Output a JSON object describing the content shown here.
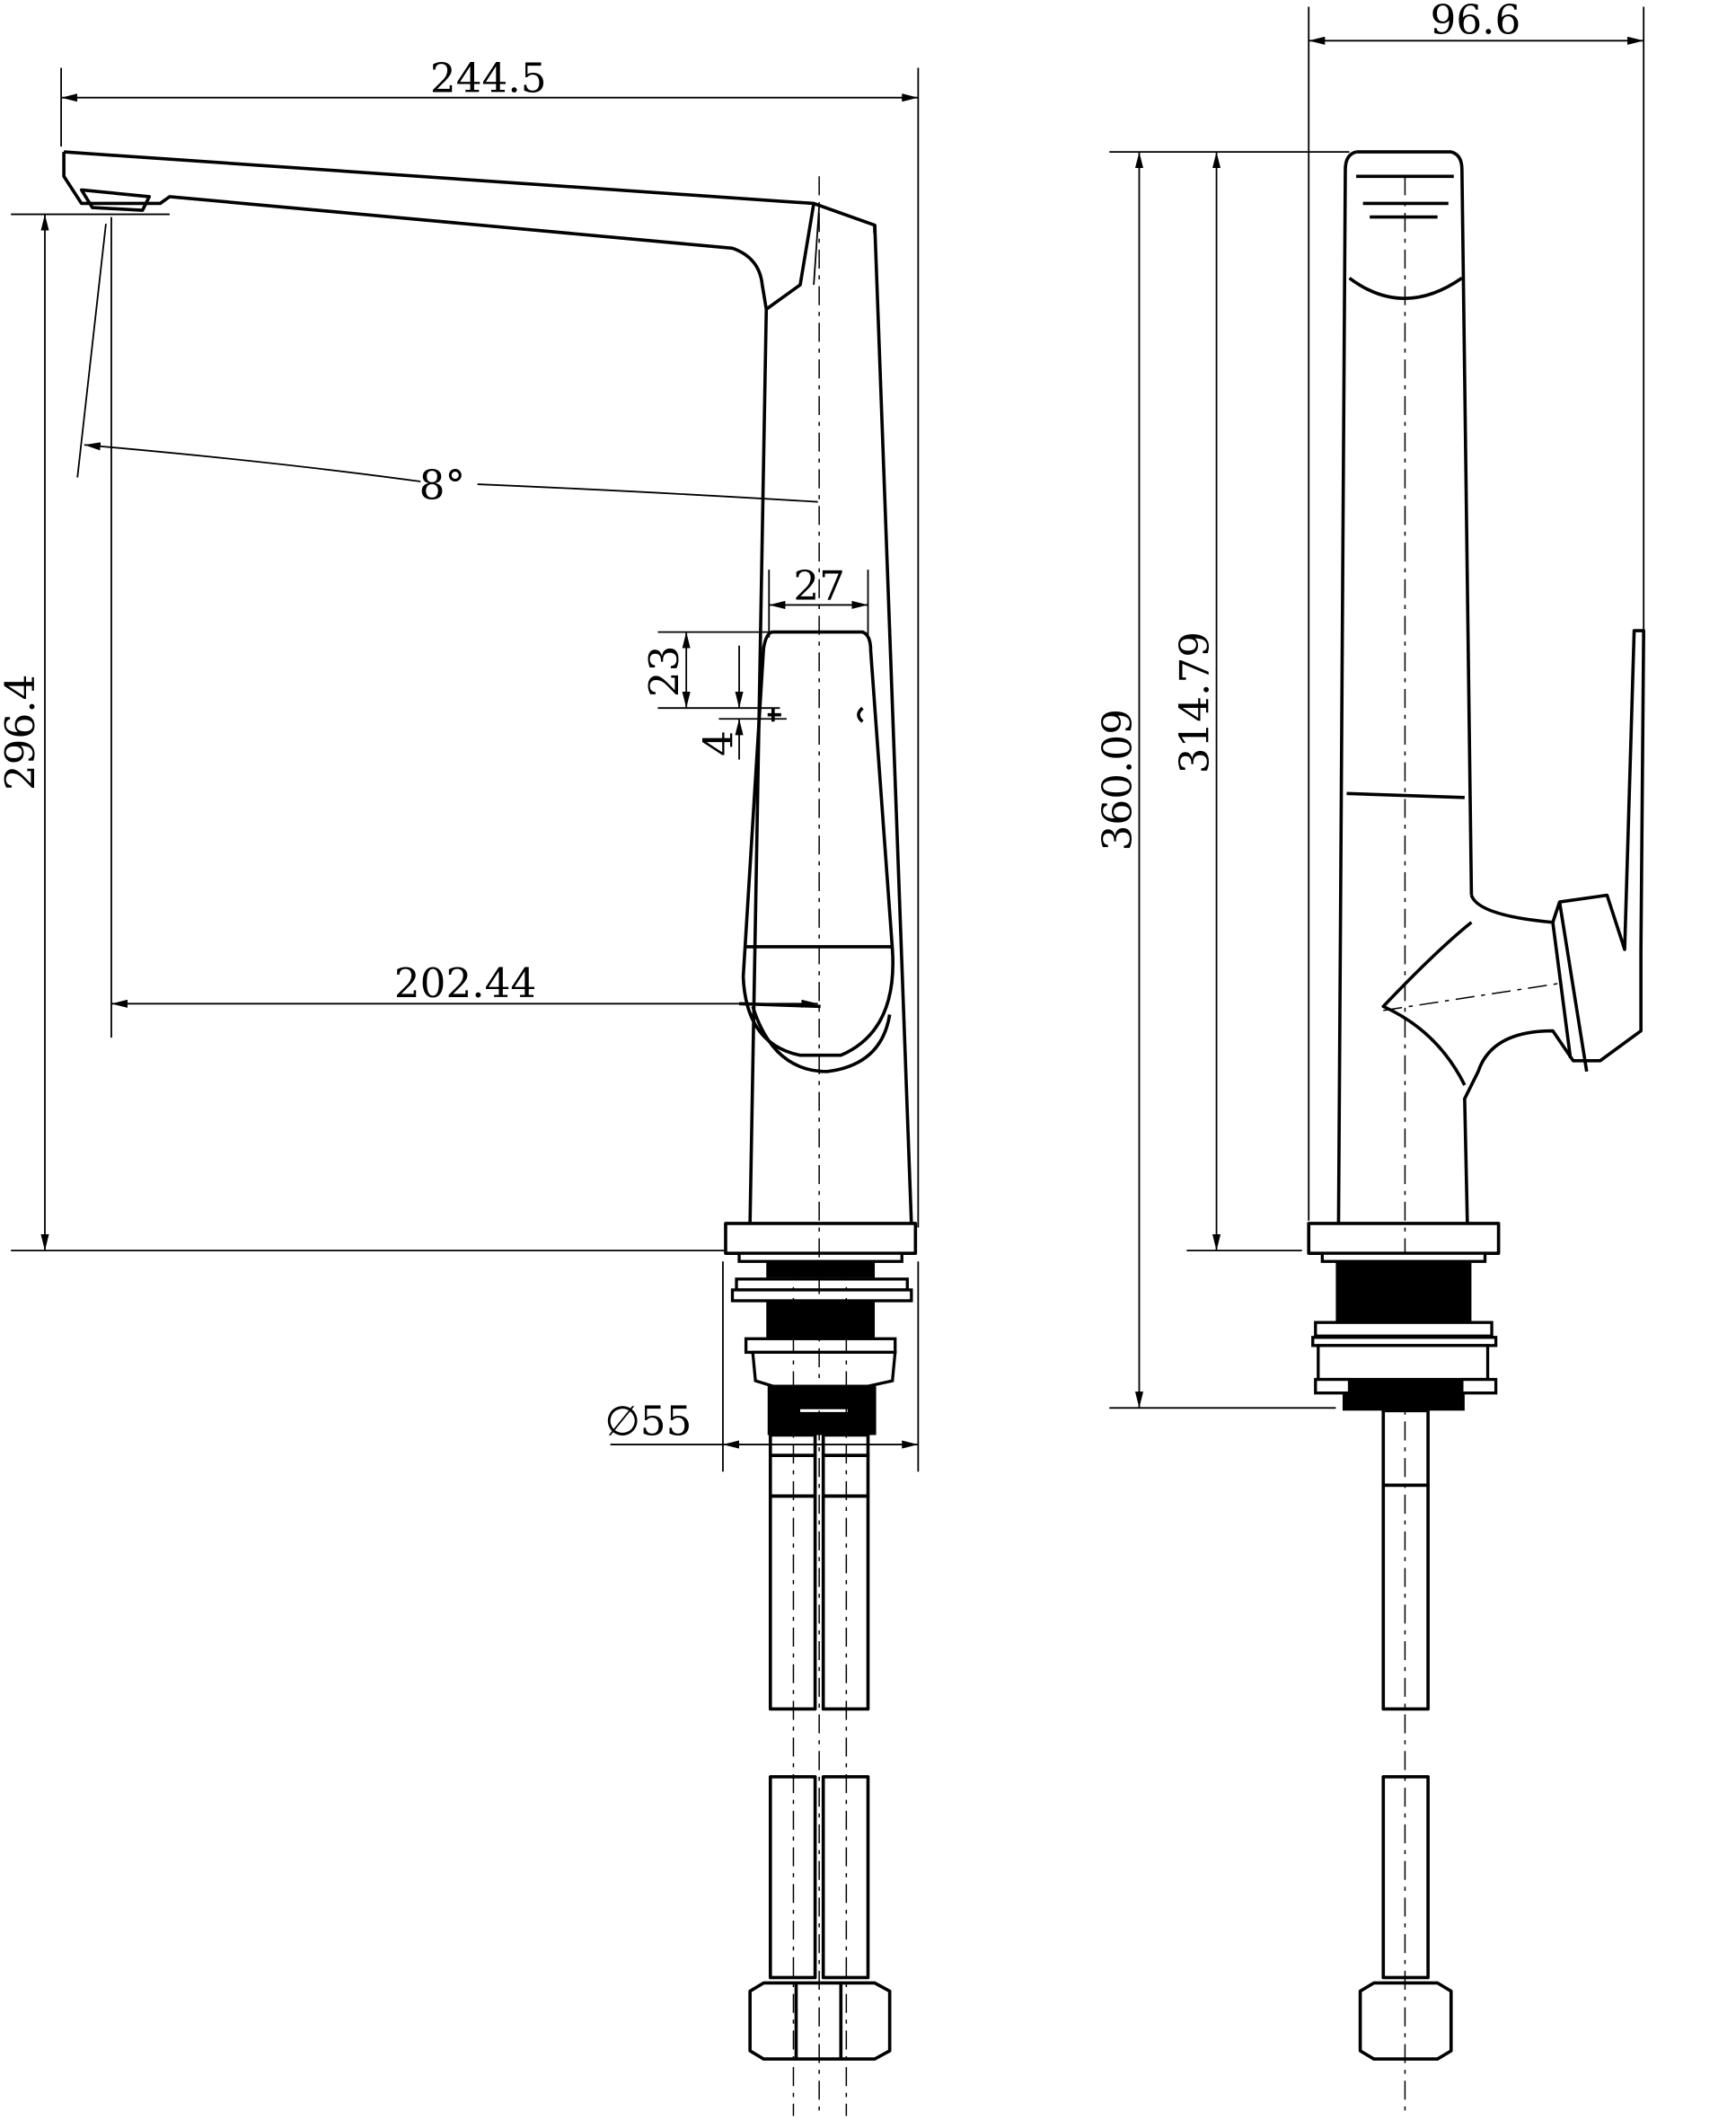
{
  "drawing": {
    "title": "Kitchen mixer dimension drawing",
    "line_color": "#000000",
    "background": "#ffffff",
    "front_view": {
      "overall_width": "244.5",
      "height_to_deck": "296.4",
      "spout_angle": "8°",
      "handle_width": "27",
      "handle_dim_a": "23",
      "handle_dim_b": "4",
      "spout_reach": "202.44",
      "base_diameter": "∅55"
    },
    "side_view": {
      "depth": "96.6",
      "total_height": "360.09",
      "body_height": "314.79"
    }
  }
}
